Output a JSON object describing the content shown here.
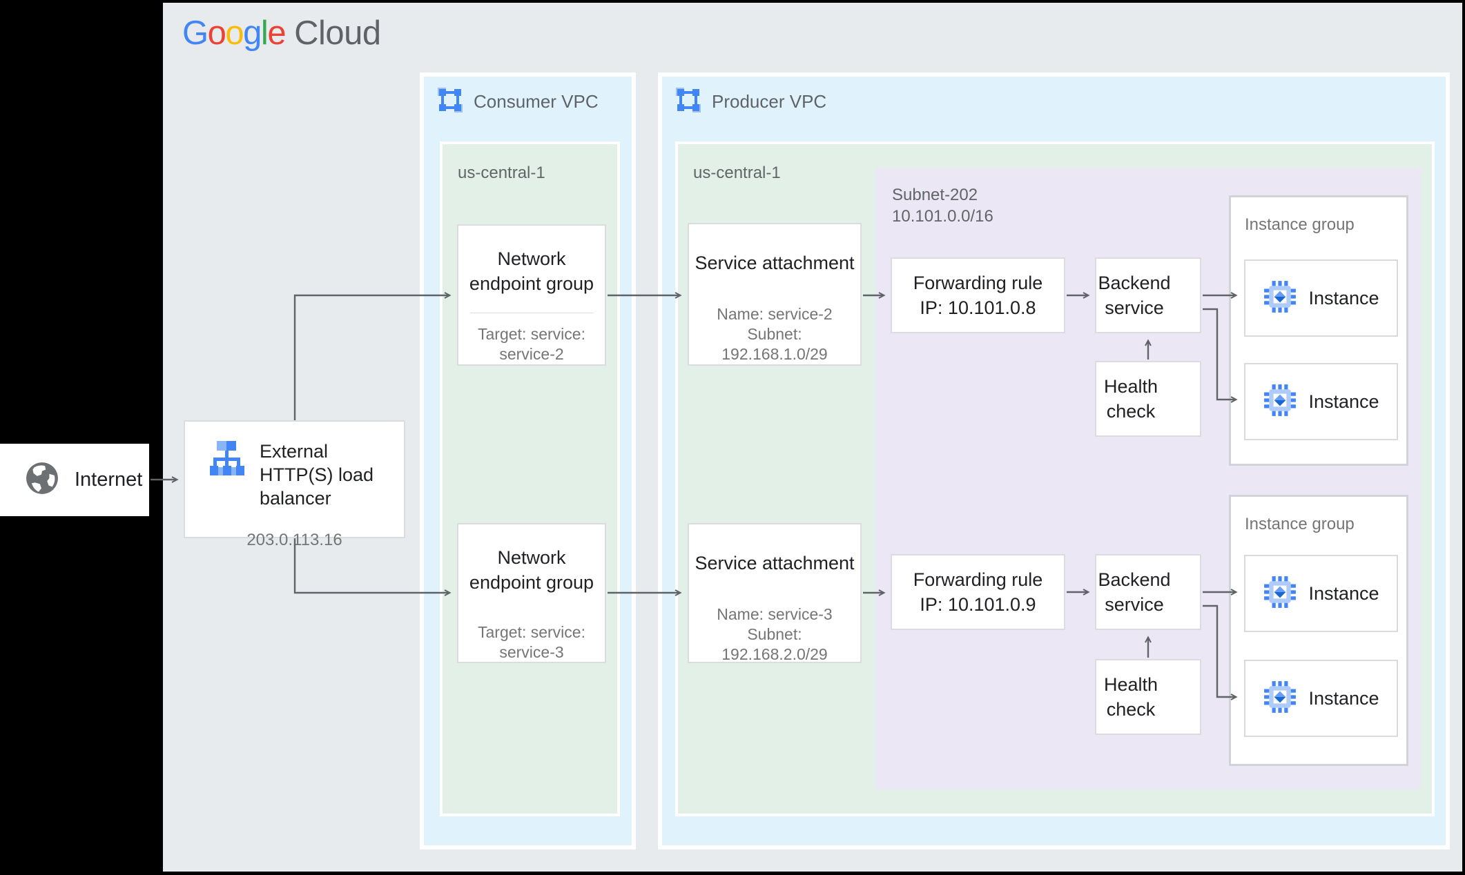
{
  "logo": {
    "letters": [
      {
        "ch": "G",
        "color": "#4285F4"
      },
      {
        "ch": "o",
        "color": "#EA4335"
      },
      {
        "ch": "o",
        "color": "#FBBC05"
      },
      {
        "ch": "g",
        "color": "#4285F4"
      },
      {
        "ch": "l",
        "color": "#34A853"
      },
      {
        "ch": "e",
        "color": "#EA4335"
      }
    ],
    "cloud": "Cloud"
  },
  "internet": {
    "label": "Internet"
  },
  "load_balancer": {
    "title": "External HTTP(S) load balancer",
    "ip": "203.0.113.16"
  },
  "consumer_vpc": {
    "label": "Consumer VPC",
    "region": {
      "label": "us-central-1"
    },
    "negs": [
      {
        "title": "Network endpoint group",
        "subtitle": "Target: service: service-2"
      },
      {
        "title": "Network endpoint group",
        "subtitle": "Target: service: service-3"
      }
    ]
  },
  "producer_vpc": {
    "label": "Producer VPC",
    "region": {
      "label": "us-central-1"
    },
    "service_attachments": [
      {
        "title": "Service attachment",
        "name": "Name: service-2",
        "subnet": "Subnet: 192.168.1.0/29"
      },
      {
        "title": "Service attachment",
        "name": "Name: service-3",
        "subnet": "Subnet: 192.168.2.0/29"
      }
    ],
    "subnet": {
      "label": "Subnet-202\n10.101.0.0/16"
    },
    "forwarding_rules": [
      {
        "title": "Forwarding rule",
        "ip": "IP: 10.101.0.8"
      },
      {
        "title": "Forwarding rule",
        "ip": "IP: 10.101.0.9"
      }
    ],
    "backend_services": [
      {
        "title": "Backend service"
      },
      {
        "title": "Backend service"
      }
    ],
    "health_checks": [
      {
        "title": "Health check"
      },
      {
        "title": "Health check"
      }
    ],
    "instance_groups": [
      {
        "label": "Instance group",
        "instances": [
          {
            "label": "Instance"
          },
          {
            "label": "Instance"
          }
        ]
      },
      {
        "label": "Instance group",
        "instances": [
          {
            "label": "Instance"
          },
          {
            "label": "Instance"
          }
        ]
      }
    ]
  },
  "colors": {
    "canvas_bg": "#e8ebee",
    "vpc_fill": "#e0f3fd",
    "region_fill": "#e2f0e8",
    "subnet_fill": "#ece7f4",
    "node_border": "#dadce0",
    "arrow": "#5f6368",
    "accent_blue": "#4285f4",
    "gray_text": "#757575"
  }
}
